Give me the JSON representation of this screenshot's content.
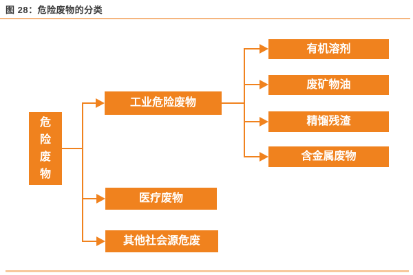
{
  "header": {
    "title": "图 28：危险废物的分类"
  },
  "diagram": {
    "root": {
      "label": "危险废物"
    },
    "level1": [
      {
        "id": "industrial",
        "label": "工业危险废物"
      },
      {
        "id": "medical",
        "label": "医疗废物"
      },
      {
        "id": "other",
        "label": "其他社会源危废"
      }
    ],
    "level2": [
      {
        "parent": "industrial",
        "label": "有机溶剂"
      },
      {
        "parent": "industrial",
        "label": "废矿物油"
      },
      {
        "parent": "industrial",
        "label": "精馏残渣"
      },
      {
        "parent": "industrial",
        "label": "含金属废物"
      }
    ],
    "colors": {
      "box": "#F0821E",
      "line": "#F0821E",
      "title_underline": "#F5B57E",
      "bottom_rule": "#F7C89C",
      "title_text": "#3B3B3B",
      "box_text": "#FFFFFF"
    }
  }
}
